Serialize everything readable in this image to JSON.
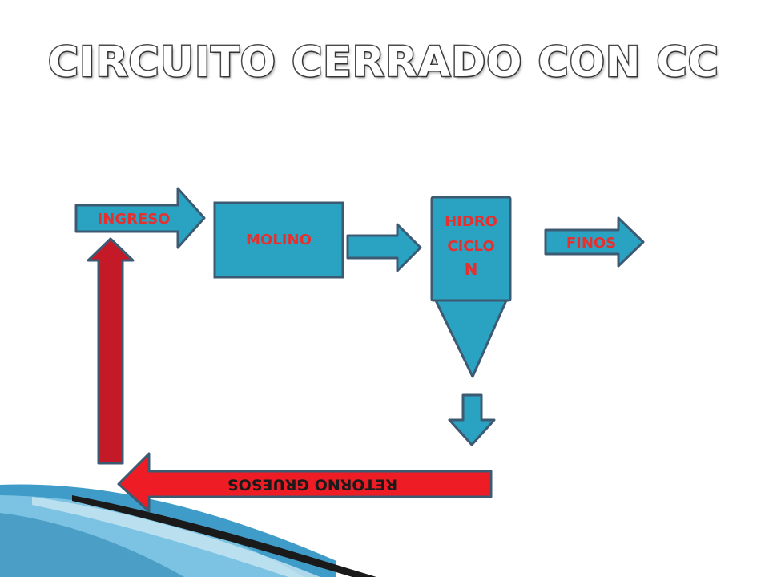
{
  "title": "CIRCUITO CERRADO CON CC",
  "nodes": {
    "ingreso": "INGRESO",
    "molino": "MOLINO",
    "hidrociclon_line1": "HIDRO",
    "hidrociclon_line2": "CICLO",
    "hidrociclon_line3": "N",
    "finos": "FINOS",
    "retorno": "RETORNO  GRUESOS"
  },
  "colors": {
    "block_fill": "#2aa3c2",
    "block_stroke": "#3d5a73",
    "label_red": "#e53030",
    "red_arrow": "#ee1c24",
    "red_arrow_dark": "#c41a28"
  }
}
